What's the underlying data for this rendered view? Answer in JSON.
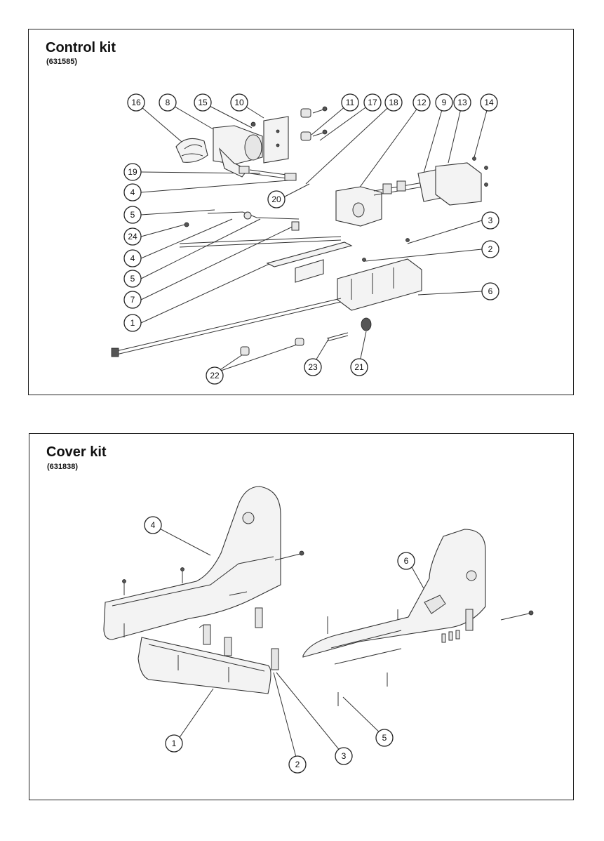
{
  "control_kit": {
    "title": "Control kit",
    "code": "(631585)",
    "callouts": [
      "16",
      "8",
      "15",
      "10",
      "11",
      "17",
      "18",
      "12",
      "9",
      "13",
      "14",
      "19",
      "4",
      "20",
      "5",
      "24",
      "4",
      "5",
      "7",
      "1",
      "3",
      "2",
      "6",
      "22",
      "23",
      "21"
    ]
  },
  "cover_kit": {
    "title": "Cover kit",
    "code": "(631838)",
    "callouts": [
      "4",
      "6",
      "1",
      "2",
      "3",
      "5"
    ]
  }
}
